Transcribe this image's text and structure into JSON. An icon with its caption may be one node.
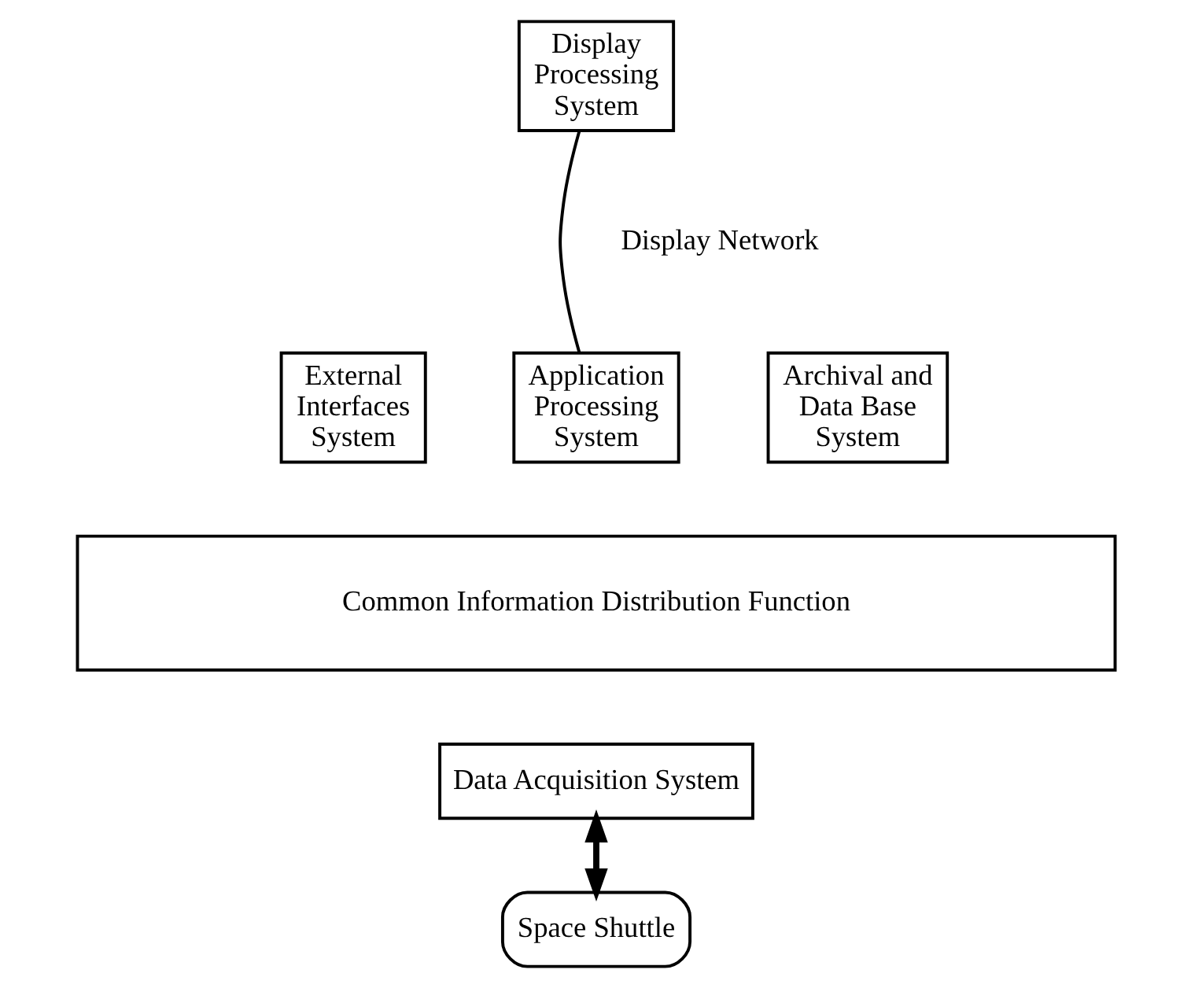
{
  "diagram": {
    "nodes": [
      {
        "text": [
          "Display Processing System"
        ]
      },
      {
        "text": [
          "External Interfaces System"
        ]
      },
      {
        "text": [
          "Application Processing System"
        ]
      },
      {
        "text": [
          "Archival and Data Base System"
        ]
      },
      {
        "text": [
          "Common Information Distribution Function"
        ]
      },
      {
        "text": [
          "Data Acquisition System"
        ]
      },
      {
        "text": [
          "Space Shuttle"
        ]
      }
    ],
    "edges": [
      {
        "from": 0,
        "to": 2,
        "arrow": "none"
      },
      {
        "from": 5,
        "to": 6,
        "arrow": "both",
        "style": "thick"
      }
    ],
    "labels": [
      "Display Network"
    ]
  }
}
